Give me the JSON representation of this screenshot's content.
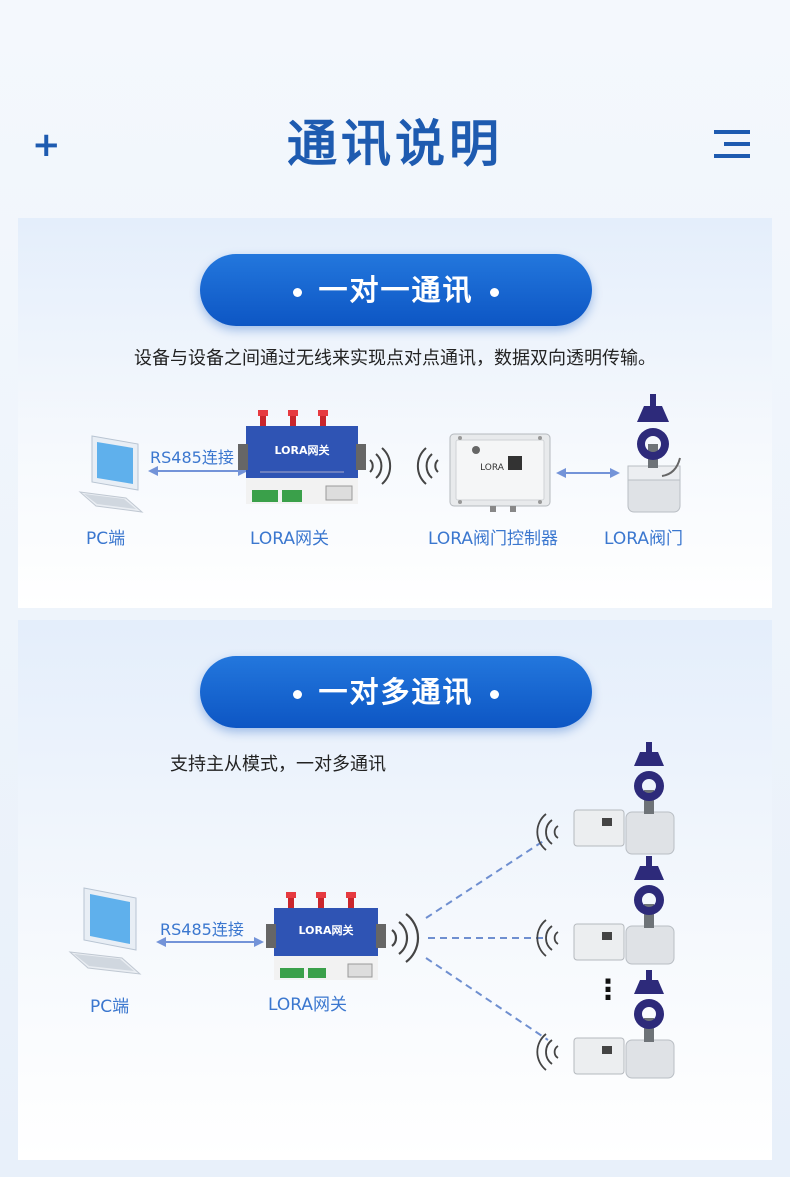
{
  "page": {
    "title": "通讯说明"
  },
  "section1": {
    "heading": "一对一通讯",
    "description": "设备与设备之间通过无线来实现点对点通讯，数据双向透明传输。",
    "link_label": "RS485连接",
    "labels": {
      "pc": "PC端",
      "gateway": "LORA网关",
      "controller": "LORA阀门控制器",
      "valve": "LORA阀门"
    },
    "gateway_screen_text": "LORA网关",
    "controller_face_text": "LORA"
  },
  "section2": {
    "heading": "一对多通讯",
    "description": "支持主从模式，一对多通讯",
    "link_label": "RS485连接",
    "labels": {
      "pc": "PC端",
      "gateway": "LORA网关"
    },
    "gateway_screen_text": "LORA网关",
    "ellipsis": "⋮"
  },
  "colors": {
    "accent": "#1e5bb0",
    "pill": "#0d56c4",
    "label": "#3b77cf"
  }
}
